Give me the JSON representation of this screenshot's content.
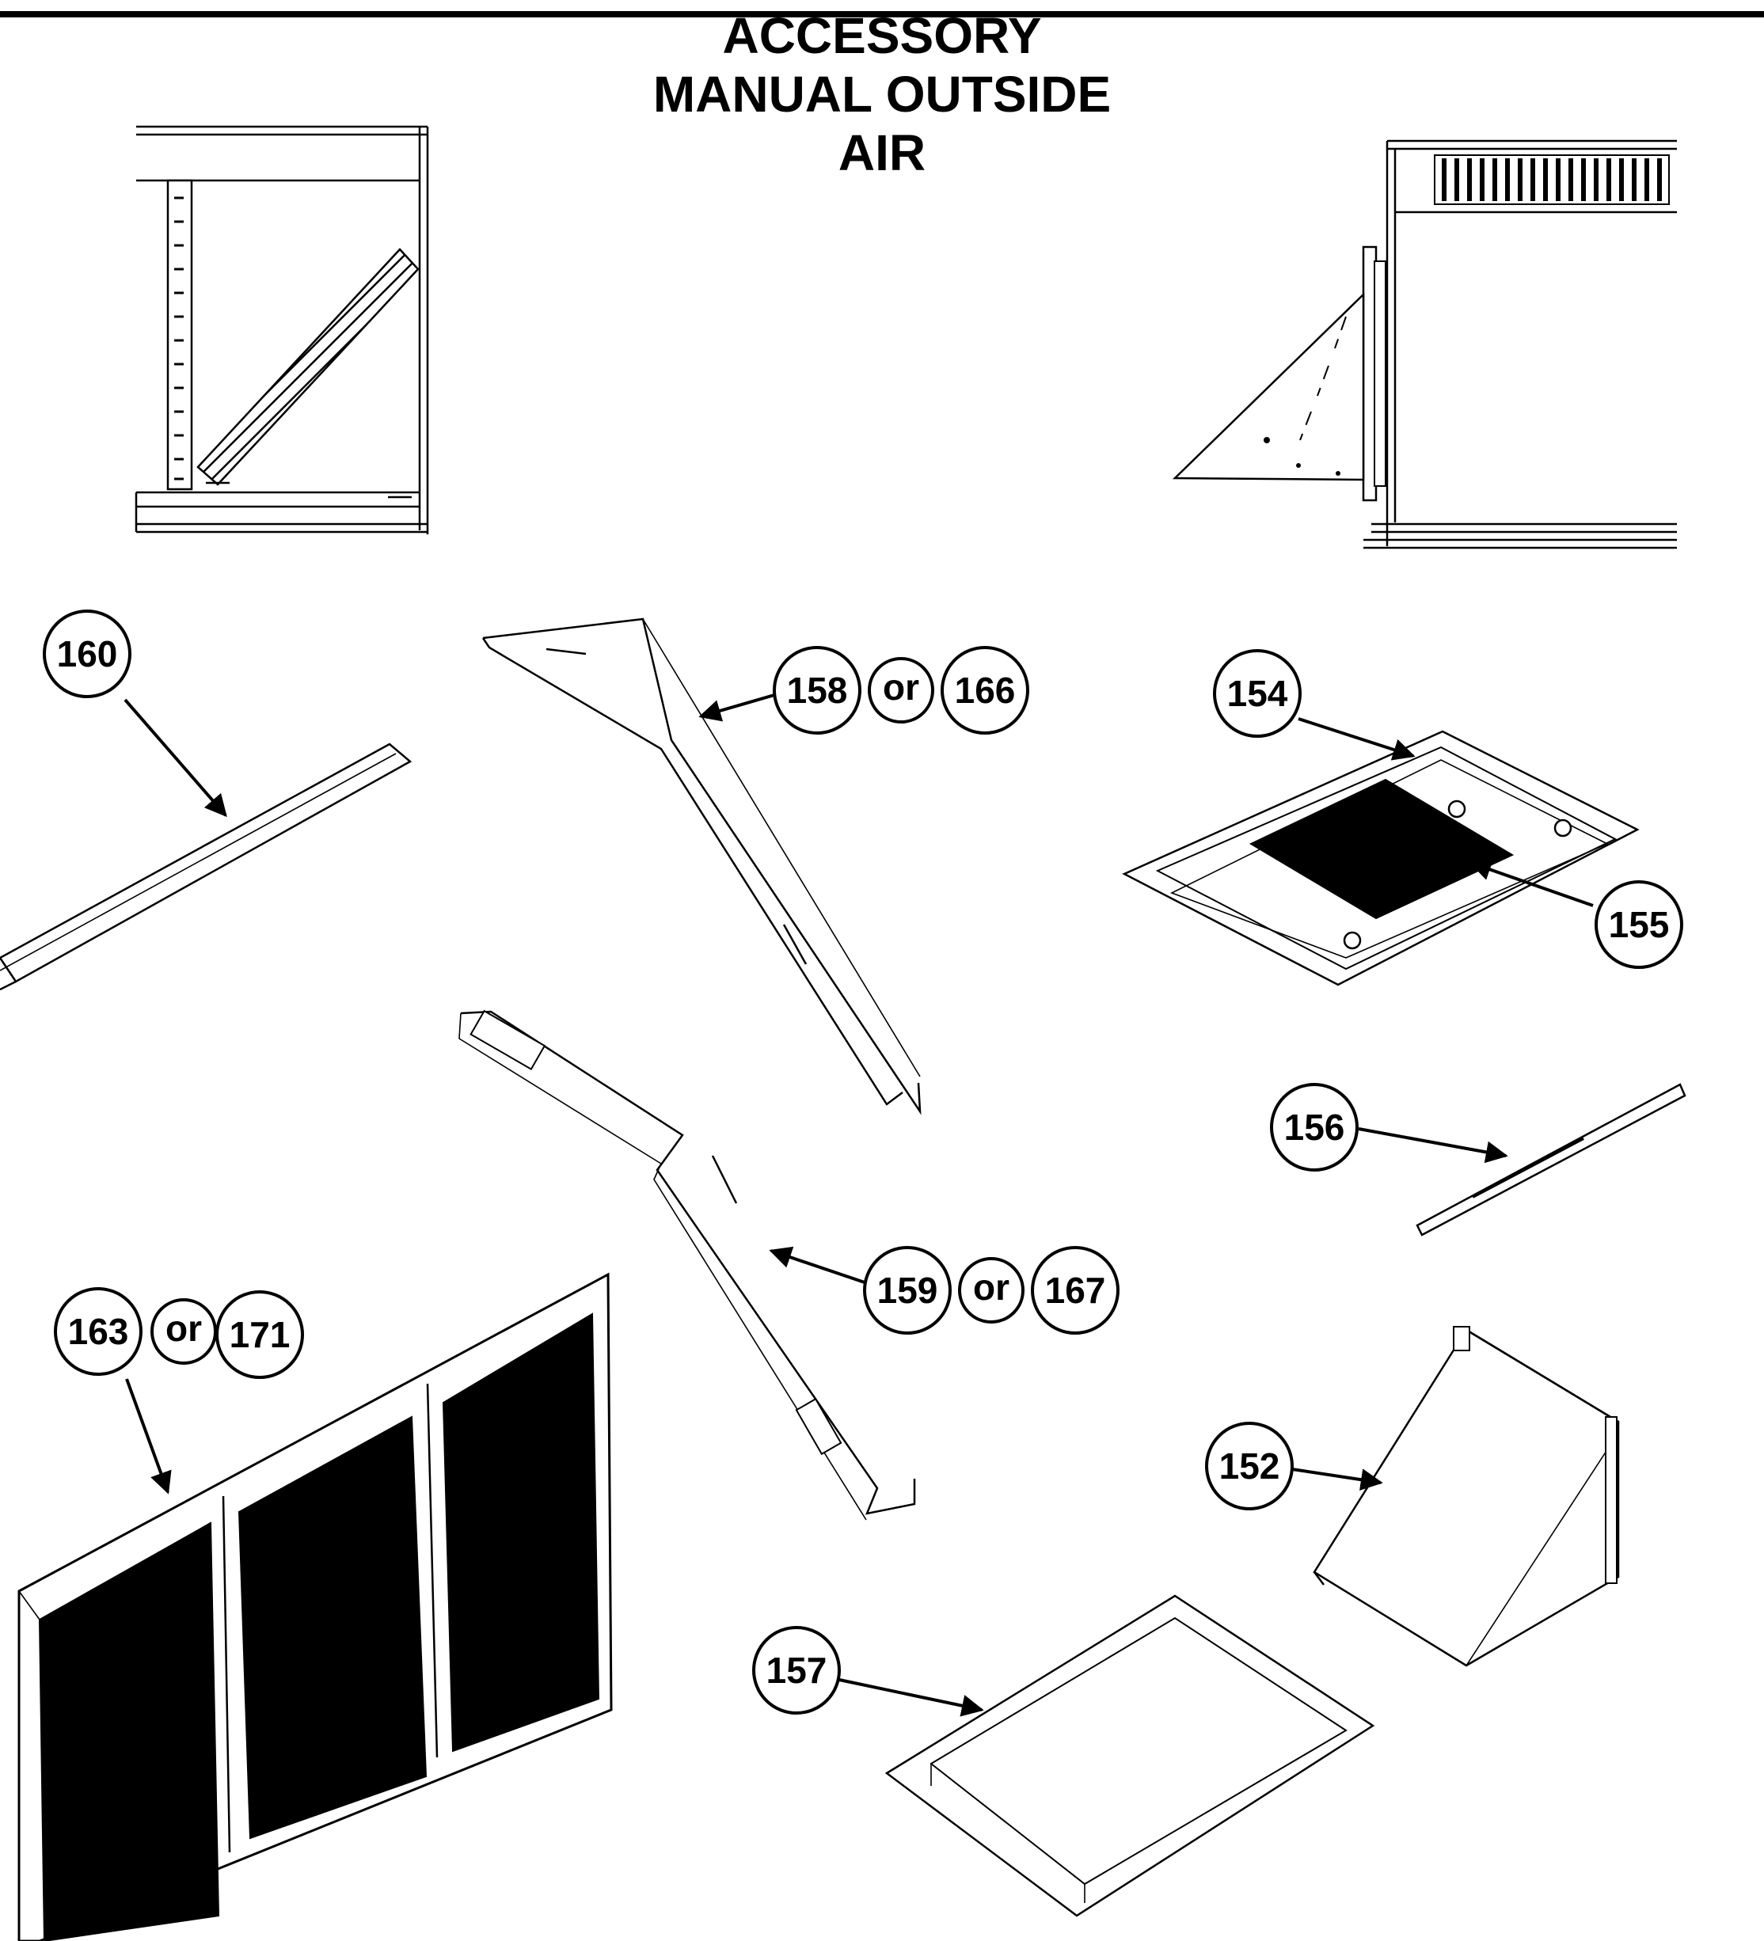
{
  "title": {
    "line1": "ACCESSORY",
    "line2": "MANUAL OUTSIDE",
    "line3": "AIR"
  },
  "callouts": {
    "c160": "160",
    "c158": "158",
    "or1": "or",
    "c166": "166",
    "c154": "154",
    "c155": "155",
    "c156": "156",
    "c159": "159",
    "or2": "or",
    "c167": "167",
    "c163": "163",
    "or3": "or",
    "c171": "171",
    "c152": "152",
    "c157": "157"
  }
}
